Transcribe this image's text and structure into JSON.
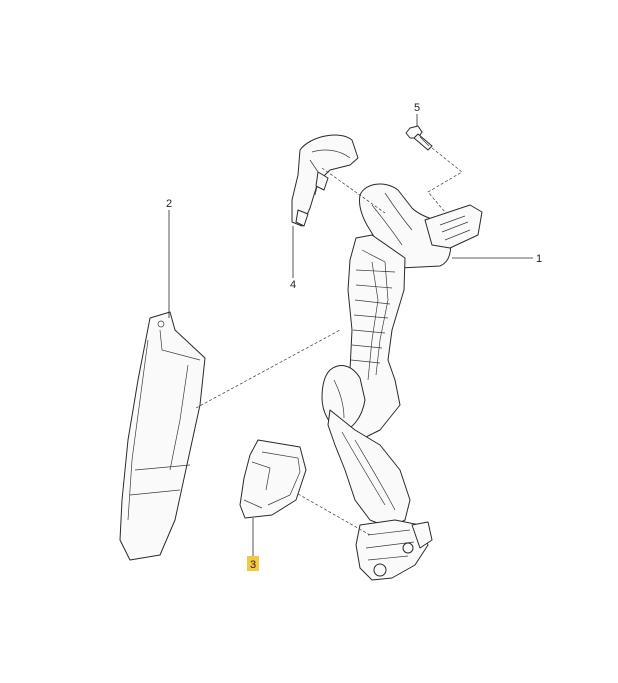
{
  "callouts": [
    {
      "id": "1",
      "text": "1"
    },
    {
      "id": "2",
      "text": "2"
    },
    {
      "id": "3",
      "text": "3",
      "highlight": "#f4c842"
    },
    {
      "id": "4",
      "text": "4"
    },
    {
      "id": "5",
      "text": "5"
    }
  ],
  "colors": {
    "line": "#2a2a2a",
    "highlight": "#f4c842",
    "background": "#ffffff"
  }
}
